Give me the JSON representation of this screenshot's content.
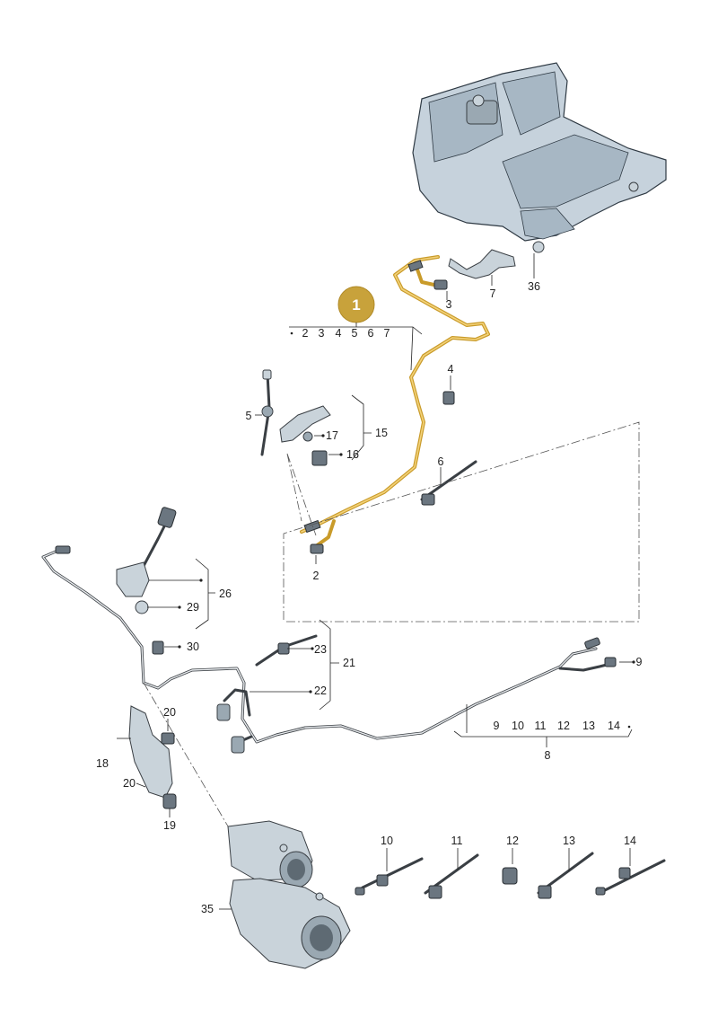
{
  "highlight": {
    "number": "1",
    "color": "#c8a23b"
  },
  "group_1": {
    "items": [
      "2",
      "3",
      "4",
      "5",
      "6",
      "7"
    ]
  },
  "group_8": {
    "label": "8",
    "items": [
      "9",
      "10",
      "11",
      "12",
      "13",
      "14"
    ]
  },
  "callouts": {
    "c2": "2",
    "c3": "3",
    "c4": "4",
    "c5": "5",
    "c6": "6",
    "c7": "7",
    "c9": "9",
    "c10": "10",
    "c11": "11",
    "c12": "12",
    "c13": "13",
    "c14": "14",
    "c15": "15",
    "c16": "16",
    "c17": "17",
    "c18": "18",
    "c19": "19",
    "c20a": "20",
    "c20b": "20",
    "c21": "21",
    "c22": "22",
    "c23": "23",
    "c26": "26",
    "c29": "29",
    "c30": "30",
    "c35": "35",
    "c36": "36"
  },
  "colors": {
    "harness": "#c99b2a",
    "metal": "#c9d3da",
    "line": "#222222"
  }
}
